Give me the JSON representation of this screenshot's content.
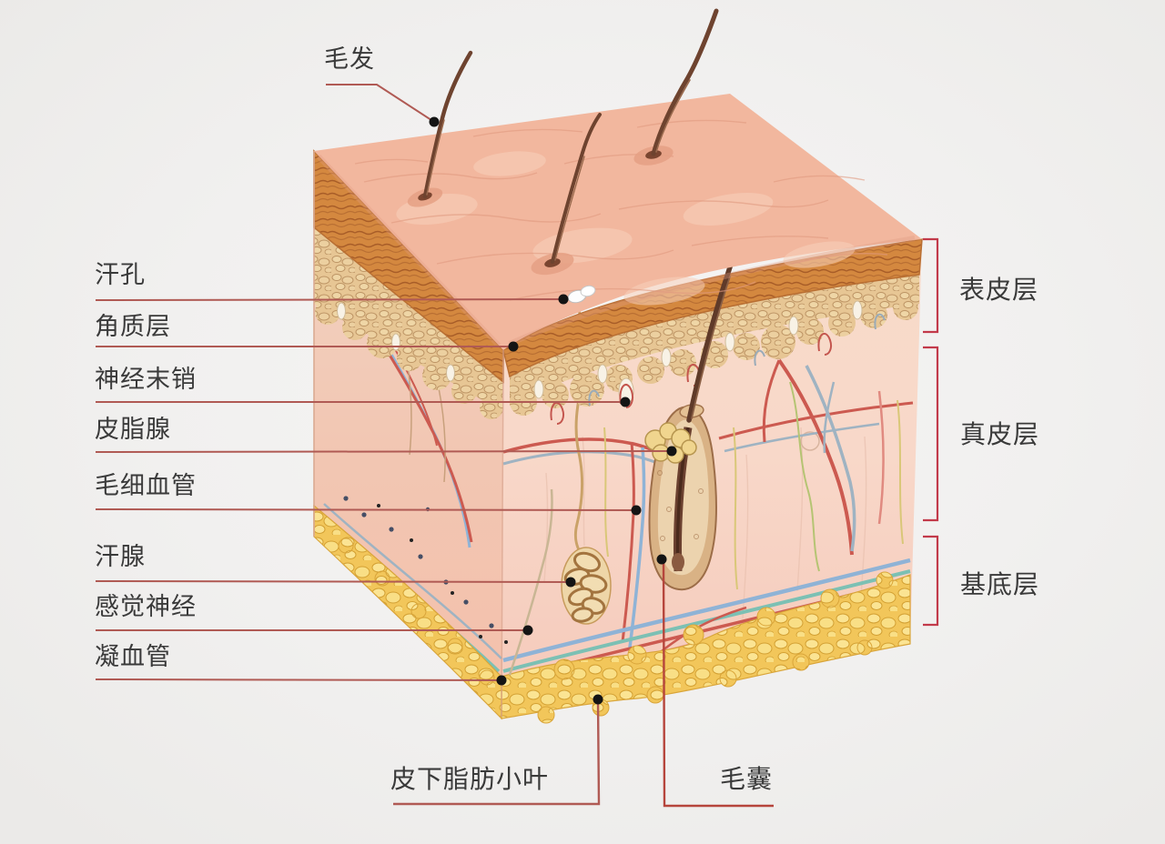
{
  "labels": {
    "hair": "毛发",
    "left": [
      "汗孔",
      "角质层",
      "神经末销",
      "皮脂腺",
      "毛细血管",
      "汗腺",
      "感觉神经",
      "凝血管"
    ],
    "right": [
      "表皮层",
      "真皮层",
      "基底层"
    ],
    "bottom": [
      "皮下脂肪小叶",
      "毛囊"
    ]
  },
  "colors": {
    "background": "#f1f0ef",
    "label_text": "#3a3a3a",
    "leader_line": "#b05a54",
    "bracket": "#c23a4a",
    "marker_dot": "#141414",
    "skin_surface": "#f2b79e",
    "stratum_corneum": "#d4883f",
    "epidermis_cells": "#e8c896",
    "dermis": "#f6cfc0",
    "fat": "#f3c95c",
    "hair": "#6e432f"
  }
}
